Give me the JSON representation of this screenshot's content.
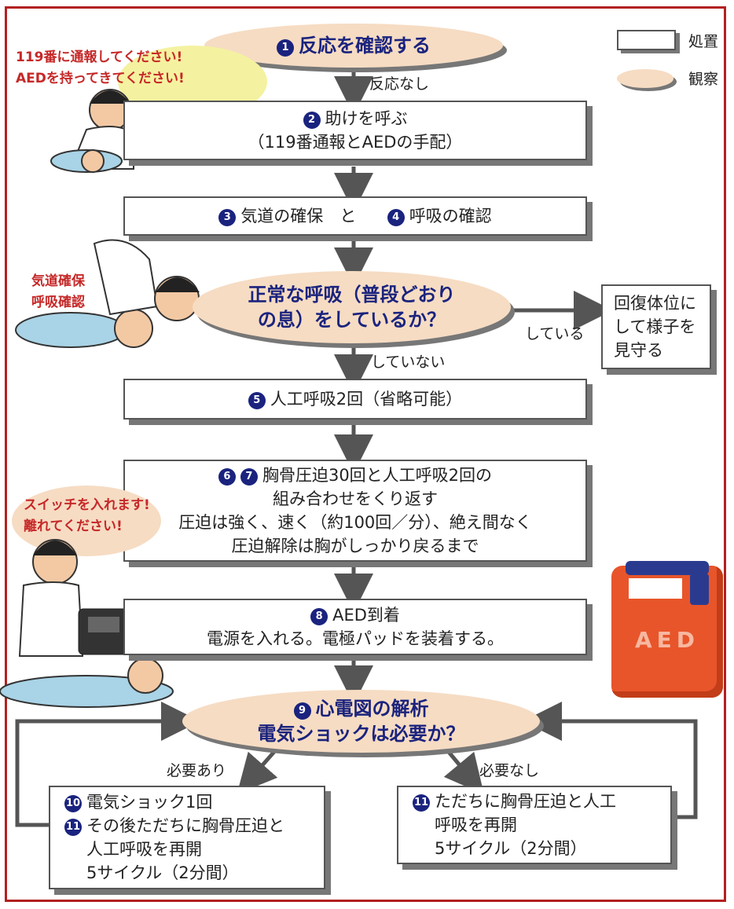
{
  "legend": {
    "action": "処置",
    "observe": "観察"
  },
  "step1": {
    "num": "1",
    "text": "反応を確認する"
  },
  "label_no_response": "反応なし",
  "step2": {
    "num": "2",
    "line1": "助けを呼ぶ",
    "line2": "（119番通報とAEDの手配）"
  },
  "callout_call": {
    "line1": "119番に通報してください!",
    "line2": "AEDを持ってきてください!"
  },
  "step34": {
    "num3": "3",
    "text3": "気道の確保　と",
    "num4": "4",
    "text4": "呼吸の確認"
  },
  "callout_airway": {
    "line1": "気道確保",
    "line2": "呼吸確認"
  },
  "decision_breathing": {
    "line1": "正常な呼吸（普段どおり",
    "line2": "の息）をしているか？"
  },
  "label_yes_breathing": "している",
  "label_no_breathing": "していない",
  "recovery": {
    "line1": "回復体位に",
    "line2": "して様子を",
    "line3": "見守る"
  },
  "step5": {
    "num": "5",
    "text": "人工呼吸2回（省略可能）"
  },
  "step67": {
    "num6": "6",
    "num7": "7",
    "line1": "胸骨圧迫30回と人工呼吸2回の",
    "line2": "組み合わせをくり返す",
    "line3": "圧迫は強く、速く（約100回／分）、絶え間なく",
    "line4": "圧迫解除は胸がしっかり戻るまで"
  },
  "callout_switch": {
    "line1": "スイッチを入れます!",
    "line2": "離れてください!"
  },
  "step8": {
    "num": "8",
    "line1": "AED到着",
    "line2": "電源を入れる。電極パッドを装着する。"
  },
  "aed_device_label": "AED",
  "step9": {
    "num": "9",
    "line1": "心電図の解析",
    "line2": "電気ショックは必要か？"
  },
  "label_shock_yes": "必要あり",
  "label_shock_no": "必要なし",
  "step10": {
    "num10": "10",
    "line1": "電気ショック1回",
    "num11": "11",
    "line2": "その後ただちに胸骨圧迫と",
    "line3": "人工呼吸を再開",
    "line4": "5サイクル（2分間）"
  },
  "step11": {
    "num": "11",
    "line1": "ただちに胸骨圧迫と人工",
    "line2": "呼吸を再開",
    "line3": "5サイクル（2分間）"
  }
}
